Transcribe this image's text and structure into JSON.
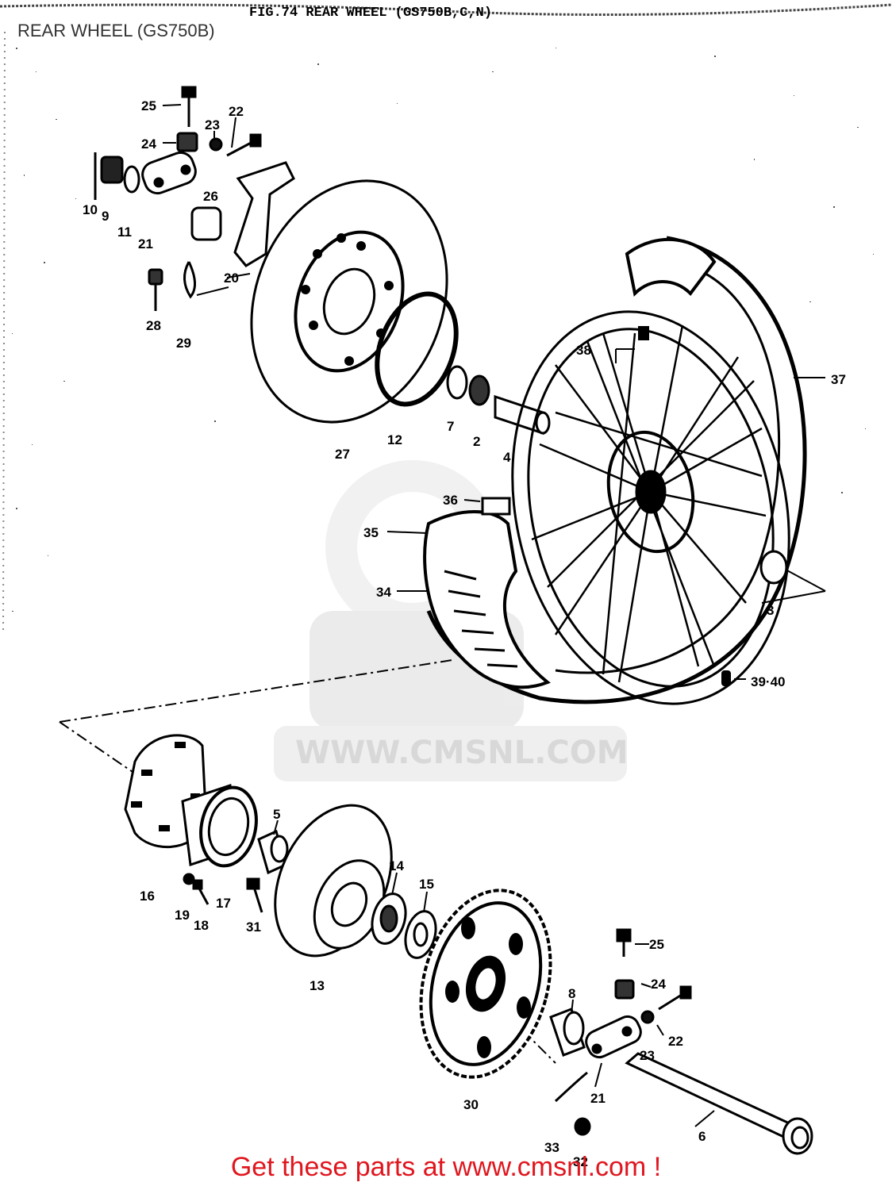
{
  "header": {
    "page_title": "REAR WHEEL (GS750B)",
    "figure_label": "FIG.74 REAR WHEEL (GS750B,C,N)"
  },
  "watermark": {
    "text": "WWW.CMSNL.COM",
    "logo_icon": "cmsnl-logo-icon"
  },
  "footer": {
    "text": "Get these parts at www.cmsnl.com !",
    "color": "#e0161e"
  },
  "callouts": [
    "25",
    "24",
    "23",
    "22",
    "10",
    "9",
    "11",
    "21",
    "26",
    "20",
    "28",
    "29",
    "27",
    "12",
    "7",
    "2",
    "4",
    "38",
    "37",
    "36",
    "35",
    "34",
    "3",
    "39·40",
    "5",
    "14",
    "15",
    "16",
    "19",
    "18",
    "17",
    "31",
    "13",
    "8",
    "25",
    "24",
    "22",
    "23",
    "21",
    "30",
    "33",
    "32",
    "6"
  ]
}
